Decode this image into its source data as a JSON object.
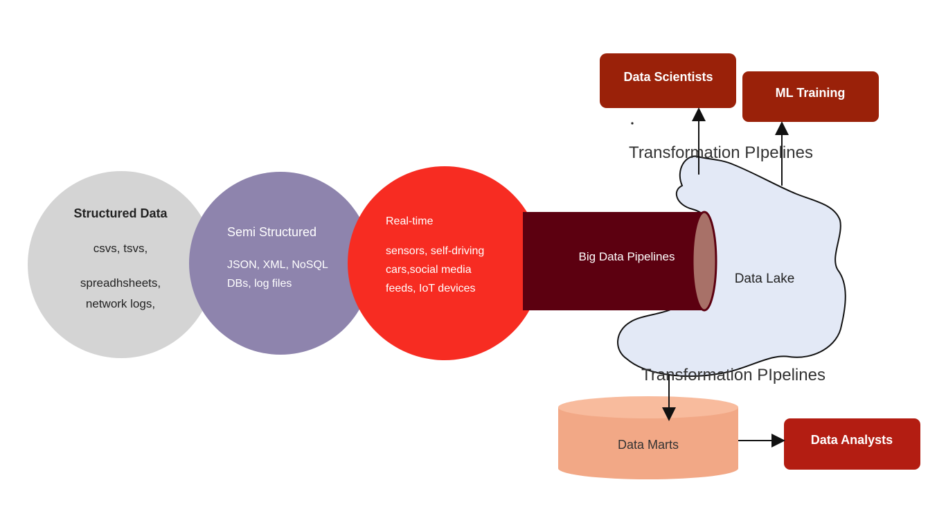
{
  "structured": {
    "title": "Structured Data",
    "line1": "csvs, tsvs,",
    "line2": "spreadhsheets,",
    "line3": "network logs,"
  },
  "semi": {
    "title": "Semi Structured",
    "line1": "JSON, XML, NoSQL",
    "line2": "DBs, log files"
  },
  "realtime": {
    "title": "Real-time",
    "line1": "sensors, self-driving",
    "line2": "cars,social media",
    "line3": "feeds, IoT devices"
  },
  "pipe": {
    "label": "Big Data Pipelines"
  },
  "lake": {
    "label": "Data Lake"
  },
  "transform_top": "Transformation PIpelines",
  "transform_bottom": "Transformation PIpelines",
  "targets": {
    "scientists": "Data Scientists",
    "ml": "ML Training",
    "analysts": "Data Analysts",
    "marts": "Data Marts"
  },
  "colors": {
    "structured": "#d4d4d4",
    "semi": "#8e84ad",
    "realtime": "#f72c22",
    "pipe": "#5c0010",
    "pipe_mouth": "#a87168",
    "lake": "#e3e9f6",
    "box": "#9a2109",
    "analysts_box": "#b31d12",
    "marts": "#f2a886"
  }
}
